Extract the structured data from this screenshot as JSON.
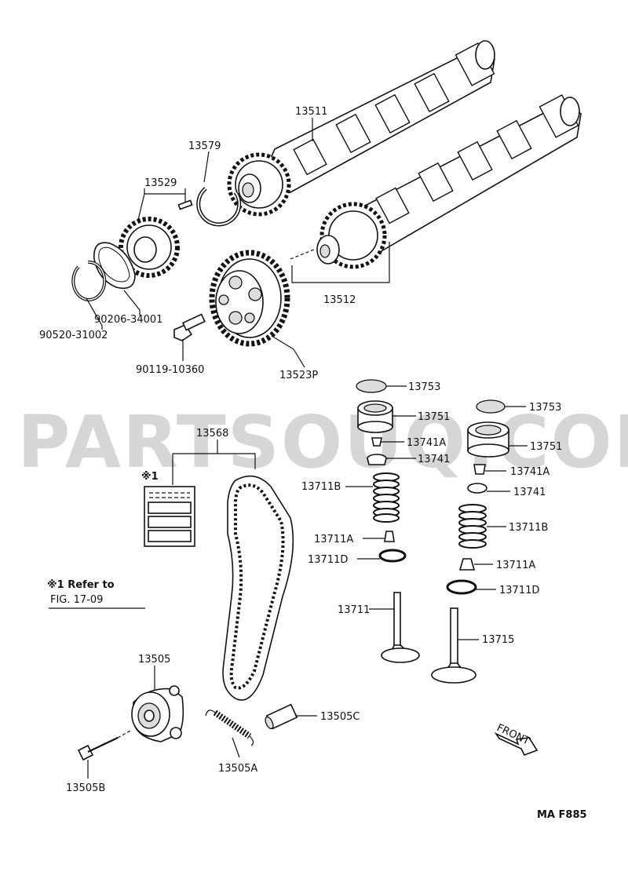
{
  "watermark": "PARTSOUQ.COM",
  "figure_code": "MA F885",
  "front_label": "FRONT",
  "note": {
    "mark": "※1",
    "line1": "Refer to",
    "line2": "FIG. 17-09"
  },
  "parts": {
    "p13511": "13511",
    "p13579": "13579",
    "p13529": "13529",
    "p13512": "13512",
    "p90206": "90206-34001",
    "p90520": "90520-31002",
    "p90119": "90119-10360",
    "p13523P": "13523P",
    "p13753a": "13753",
    "p13751a": "13751",
    "p13741Aa": "13741A",
    "p13741a": "13741",
    "p13711Ba": "13711B",
    "p13711Aa": "13711A",
    "p13711Da": "13711D",
    "p13711": "13711",
    "p13753b": "13753",
    "p13751b": "13751",
    "p13741Ab": "13741A",
    "p13741b": "13741",
    "p13711Bb": "13711B",
    "p13711Ab": "13711A",
    "p13711Db": "13711D",
    "p13715": "13715",
    "p13568": "13568",
    "p13505": "13505",
    "p13505B": "13505B",
    "p13505A": "13505A",
    "p13505C": "13505C"
  }
}
